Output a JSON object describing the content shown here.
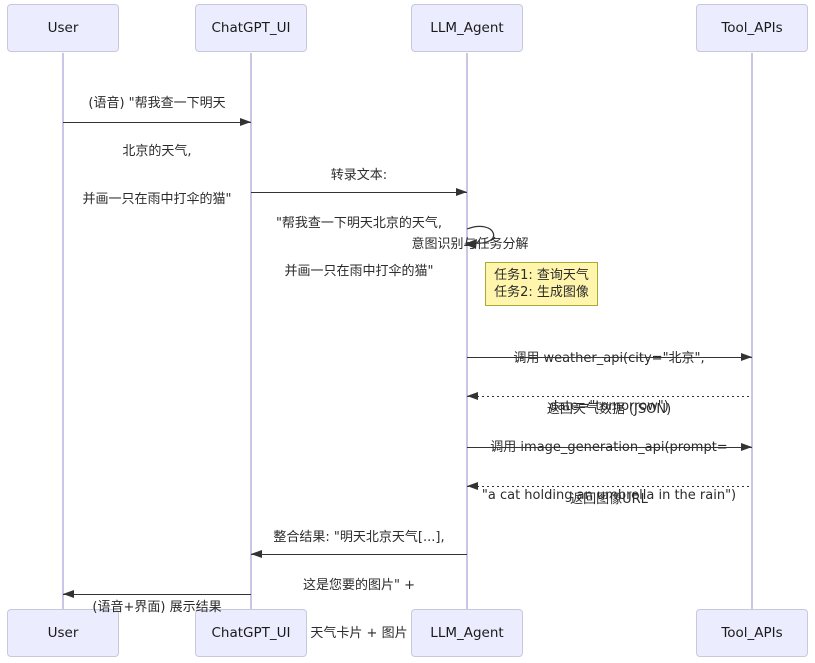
{
  "diagram_type": "sequence",
  "participants": [
    {
      "id": "user",
      "label": "User"
    },
    {
      "id": "chatgpt_ui",
      "label": "ChatGPT_UI"
    },
    {
      "id": "llm_agent",
      "label": "LLM_Agent"
    },
    {
      "id": "tool_apis",
      "label": "Tool_APIs"
    }
  ],
  "messages": [
    {
      "from": "User",
      "to": "ChatGPT_UI",
      "style": "solid",
      "lines": [
        "(语音) \"帮我查一下明天",
        "北京的天气,",
        "并画一只在雨中打伞的猫\""
      ]
    },
    {
      "from": "ChatGPT_UI",
      "to": "LLM_Agent",
      "style": "solid",
      "lines": [
        "转录文本:",
        "\"帮我查一下明天北京的天气,",
        "并画一只在雨中打伞的猫\""
      ]
    },
    {
      "from": "LLM_Agent",
      "to": "LLM_Agent",
      "style": "self",
      "lines": [
        "意图识别与任务分解"
      ]
    },
    {
      "from": "LLM_Agent",
      "to": "Tool_APIs",
      "style": "solid",
      "lines": [
        "调用 weather_api(city=\"北京\",",
        "date=\"tomorrow\")"
      ]
    },
    {
      "from": "Tool_APIs",
      "to": "LLM_Agent",
      "style": "dashed",
      "lines": [
        "返回天气数据 (JSON)"
      ]
    },
    {
      "from": "LLM_Agent",
      "to": "Tool_APIs",
      "style": "solid",
      "lines": [
        "调用 image_generation_api(prompt=",
        "\"a cat holding an umbrella in the rain\")"
      ]
    },
    {
      "from": "Tool_APIs",
      "to": "LLM_Agent",
      "style": "dashed",
      "lines": [
        "返回图像URL"
      ]
    },
    {
      "from": "LLM_Agent",
      "to": "ChatGPT_UI",
      "style": "solid",
      "lines": [
        "整合结果: \"明天北京天气[...],",
        "这是您要的图片\" +",
        "天气卡片 + 图片"
      ]
    },
    {
      "from": "ChatGPT_UI",
      "to": "User",
      "style": "solid",
      "lines": [
        "(语音+界面) 展示结果"
      ]
    }
  ],
  "note": {
    "attached_to": "LLM_Agent",
    "lines": [
      "任务1: 查询天气",
      "任务2: 生成图像"
    ]
  },
  "colors": {
    "actor_fill": "#ECECFF",
    "actor_border": "#c8c8dd",
    "lifeline": "#c9c6e8",
    "line": "#333333",
    "text": "#2b2b2b",
    "note_fill": "#fff5ad",
    "note_border": "#aaaa33"
  }
}
